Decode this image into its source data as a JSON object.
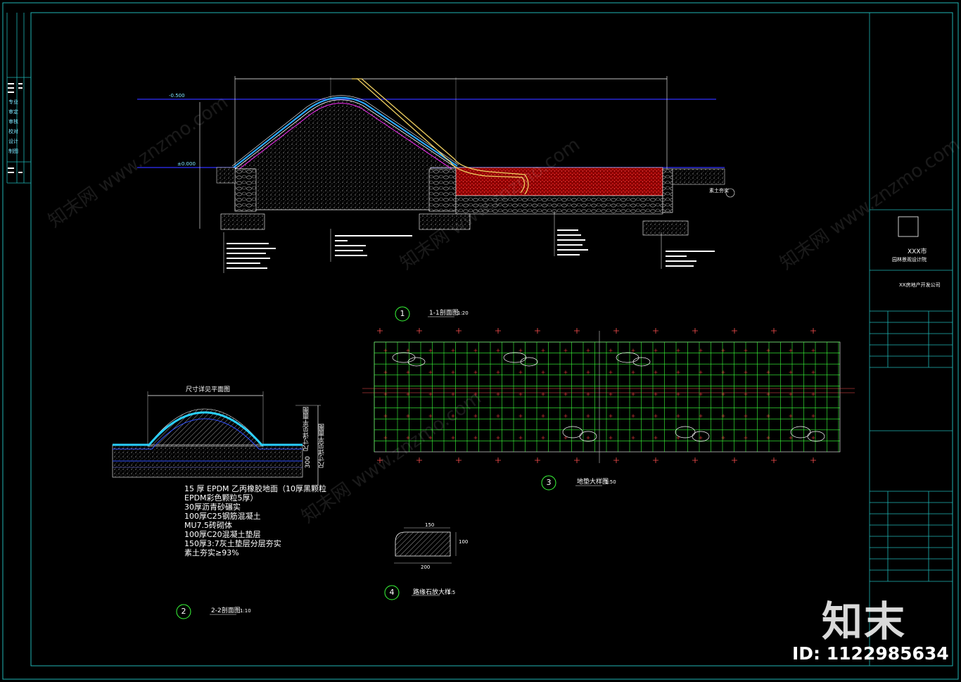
{
  "drawing": {
    "title_block": {
      "institute": "XXX市",
      "institute_sub": "园林景观设计院",
      "client": "XX房地产开发公司",
      "left_strip_labels": [
        "专业",
        "审定",
        "审核",
        "校对",
        "设计",
        "制图"
      ]
    },
    "views": [
      {
        "num": "1",
        "title": "1-1剖面图",
        "scale": "1:20"
      },
      {
        "num": "2",
        "title": "2-2剖面图",
        "scale": "1:10"
      },
      {
        "num": "3",
        "title": "地垫大样图",
        "scale": "1:50"
      },
      {
        "num": "4",
        "title": "路缘石放大样",
        "scale": "1:5"
      }
    ],
    "section2": {
      "dim_top": "尺寸详见平面图",
      "dim_right1": "尺寸详见平面图",
      "dim_right2": "尺寸详见平面图",
      "dim_300": "300",
      "notes": [
        "15 厚 EPDM 乙丙橡胶地面（10厚黑颗粒",
        "EPDM彩色颗粒5厚）",
        "30厚沥青砂碾实",
        "100厚C25钢筋混凝土",
        "MU7.5砖砌体",
        "100厚C20混凝土垫层",
        "150厚3:7灰土垫层分层夯实",
        "素土夯实≥93%"
      ]
    },
    "section4": {
      "dim_top": "150",
      "dim_bottom": "200",
      "dim_right": "100"
    },
    "section1": {
      "elev_top": "±0.000",
      "elev_mid": "-0.500",
      "label_left": "素土夯实"
    },
    "watermarks": [
      "知末网 www.znzmo.com",
      "知末网 www.znzmo.com",
      "知末网 www.znzmo.com",
      "知末网 www.znzmo.com"
    ],
    "brand": "知末",
    "id_label": "ID: 1122985634"
  }
}
